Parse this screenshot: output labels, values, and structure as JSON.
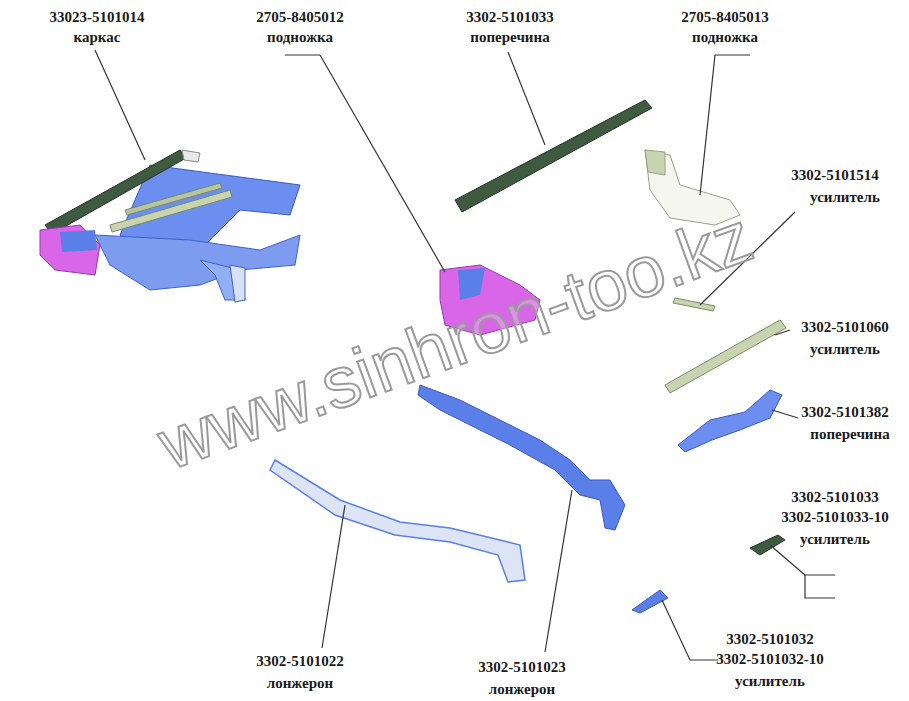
{
  "diagram": {
    "labels": [
      "33023-5101014",
      "каркас",
      "2705-8405012",
      "подножка",
      "3302-5101033",
      "поперечина",
      "2705-8405013",
      "подножка",
      "3302-5101514",
      "усилитель",
      "3302-5101060",
      "усилитель",
      "3302-5101382",
      "поперечина",
      "3302-5101033",
      "3302-5101033-10",
      "усилитель",
      "3302-5101032",
      "3302-5101032-10",
      "усилитель",
      "3302-5101022",
      "лонжерон",
      "3302-5101023",
      "лонжерон",
      "www.sinhron-too.kz"
    ]
  }
}
